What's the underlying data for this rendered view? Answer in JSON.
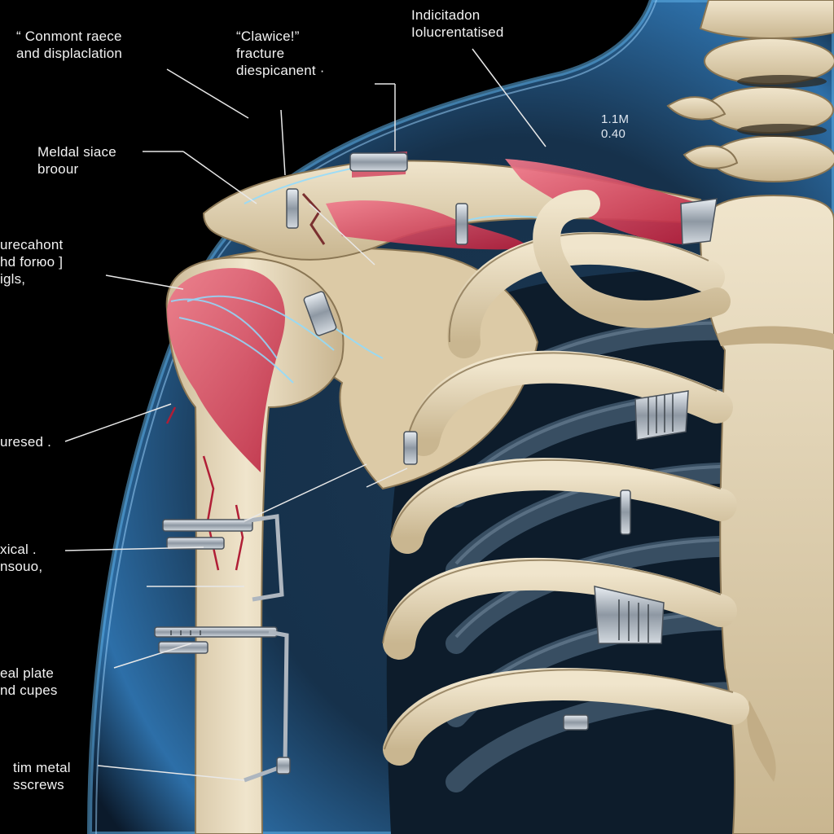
{
  "labels": {
    "common_race": "“ Conmont raece\nand displaclation",
    "clavicle": "“Clawice!”\nfracture\ndiespicanent ·",
    "indication": "Indicitadon\nIolucrentatised",
    "measure": "1.1M\n0.40",
    "medial": "Meldal siace\nbroour",
    "recahont": "urecahont\nhd forюo ]\nigls,",
    "pressed": "uresed .",
    "xical": "xical .\nnsouo,",
    "plate": "eal plate\nnd cupes",
    "screws": "tim metal\nsscrews"
  },
  "colors": {
    "background": "#000000",
    "body_glow": "#2f7fc0",
    "bone": "#e9dcc0",
    "muscle": "#d8344f",
    "nerve": "#7fd3ff",
    "metal": "#b9c0c8",
    "label_text": "#f2f2f2"
  }
}
